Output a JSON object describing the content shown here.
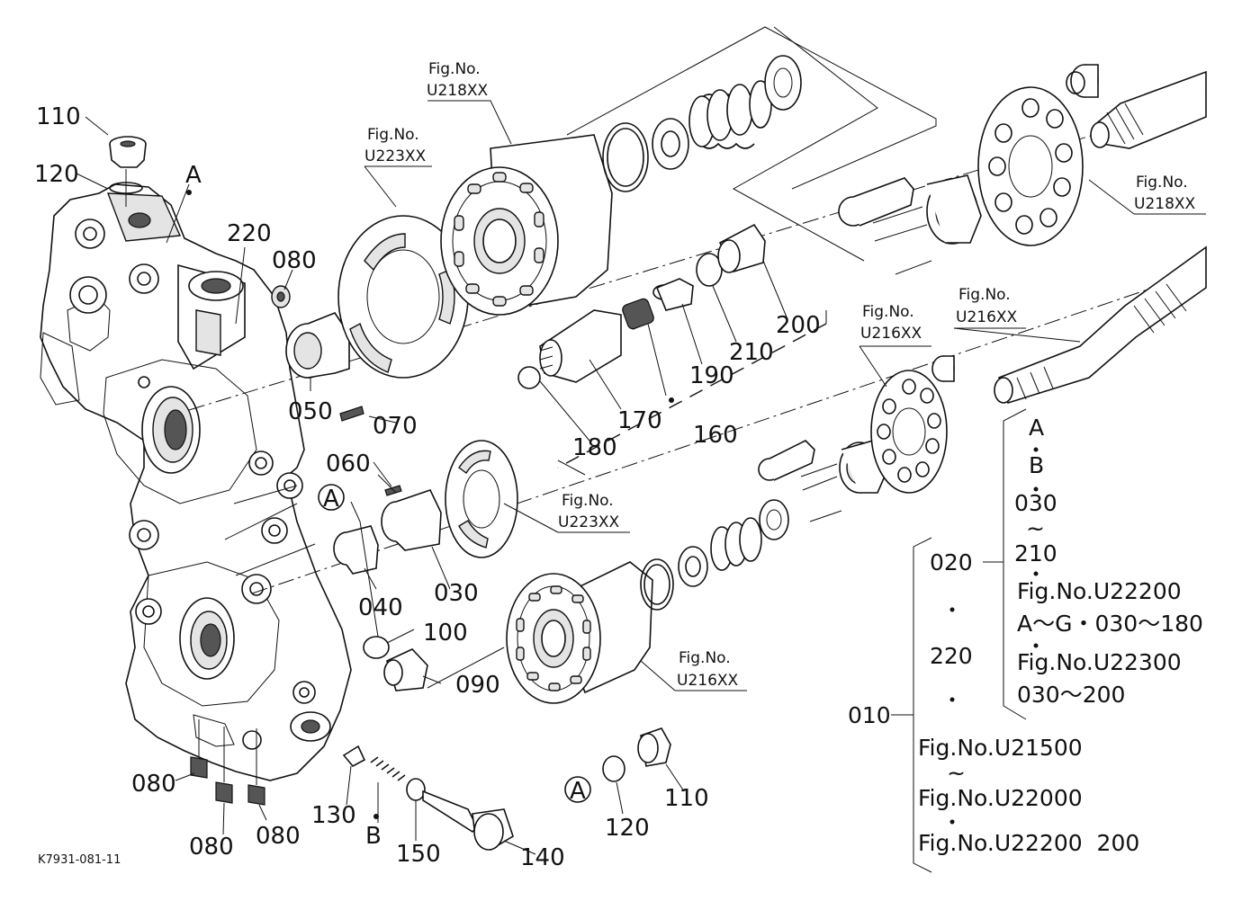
{
  "figure": {
    "reference_code": "K7931-081-11"
  },
  "parts": [
    {
      "id": "p110a",
      "label": "110"
    },
    {
      "id": "p120a",
      "label": "120"
    },
    {
      "id": "pA",
      "label": "A"
    },
    {
      "id": "p220",
      "label": "220"
    },
    {
      "id": "p080a",
      "label": "080"
    },
    {
      "id": "p050",
      "label": "050"
    },
    {
      "id": "p070",
      "label": "070"
    },
    {
      "id": "p060",
      "label": "060"
    },
    {
      "id": "p040",
      "label": "040"
    },
    {
      "id": "p030",
      "label": "030"
    },
    {
      "id": "p100",
      "label": "100"
    },
    {
      "id": "p090",
      "label": "090"
    },
    {
      "id": "p180",
      "label": "180"
    },
    {
      "id": "p170",
      "label": "170"
    },
    {
      "id": "p160",
      "label": "160"
    },
    {
      "id": "p190",
      "label": "190"
    },
    {
      "id": "p210",
      "label": "210"
    },
    {
      "id": "p200",
      "label": "200"
    },
    {
      "id": "p080b",
      "label": "080"
    },
    {
      "id": "p080c",
      "label": "080"
    },
    {
      "id": "p080d",
      "label": "080"
    },
    {
      "id": "p130",
      "label": "130"
    },
    {
      "id": "pB",
      "label": "B"
    },
    {
      "id": "p150",
      "label": "150"
    },
    {
      "id": "p140",
      "label": "140"
    },
    {
      "id": "p120b",
      "label": "120"
    },
    {
      "id": "p110b",
      "label": "110"
    }
  ],
  "callouts": {
    "circle_a_1": "A",
    "circle_a_2": "A"
  },
  "figure_refs": [
    {
      "id": "fig1",
      "line1": "Fig.No.",
      "line2": "U218XX"
    },
    {
      "id": "fig2",
      "line1": "Fig.No.",
      "line2": "U223XX"
    },
    {
      "id": "fig3",
      "line1": "Fig.No.",
      "line2": "U218XX"
    },
    {
      "id": "fig4",
      "line1": "Fig.No.",
      "line2": "U216XX"
    },
    {
      "id": "fig5",
      "line1": "Fig.No.",
      "line2": "U216XX"
    },
    {
      "id": "fig6",
      "line1": "Fig.No.",
      "line2": "U223XX"
    },
    {
      "id": "fig7",
      "line1": "Fig.No.",
      "line2": "U216XX"
    }
  ],
  "legend": {
    "inner": [
      "A",
      "B",
      "030",
      "~",
      "210",
      "Fig.No.U22200",
      "A～G・030～180",
      "Fig.No.U22300",
      "030～200"
    ],
    "middle": [
      "020",
      "220"
    ],
    "outer_label": "010",
    "outer": [
      "Fig.No.U21500",
      "~",
      "Fig.No.U22000",
      "Fig.No.U22200  200"
    ]
  }
}
